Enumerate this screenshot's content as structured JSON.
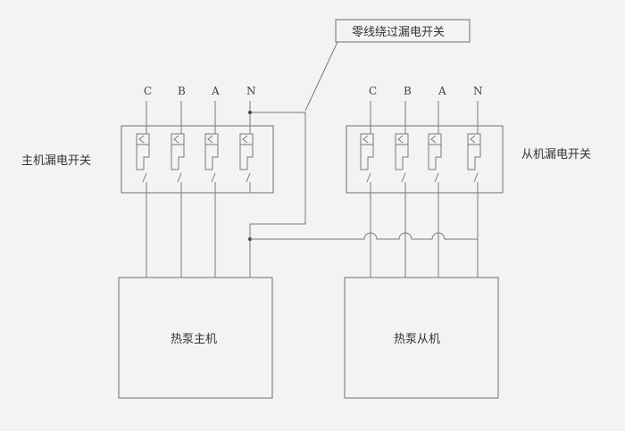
{
  "labels": {
    "callout": "零线绕过漏电开关",
    "main_breaker": "主机漏电开关",
    "slave_breaker": "从机漏电开关",
    "main_unit": "热泵主机",
    "slave_unit": "热泵从机"
  },
  "phases": [
    "C",
    "B",
    "A",
    "N"
  ],
  "colors": {
    "line": "#7a7a7a",
    "text": "#333333",
    "background": "#f3f3f1"
  }
}
